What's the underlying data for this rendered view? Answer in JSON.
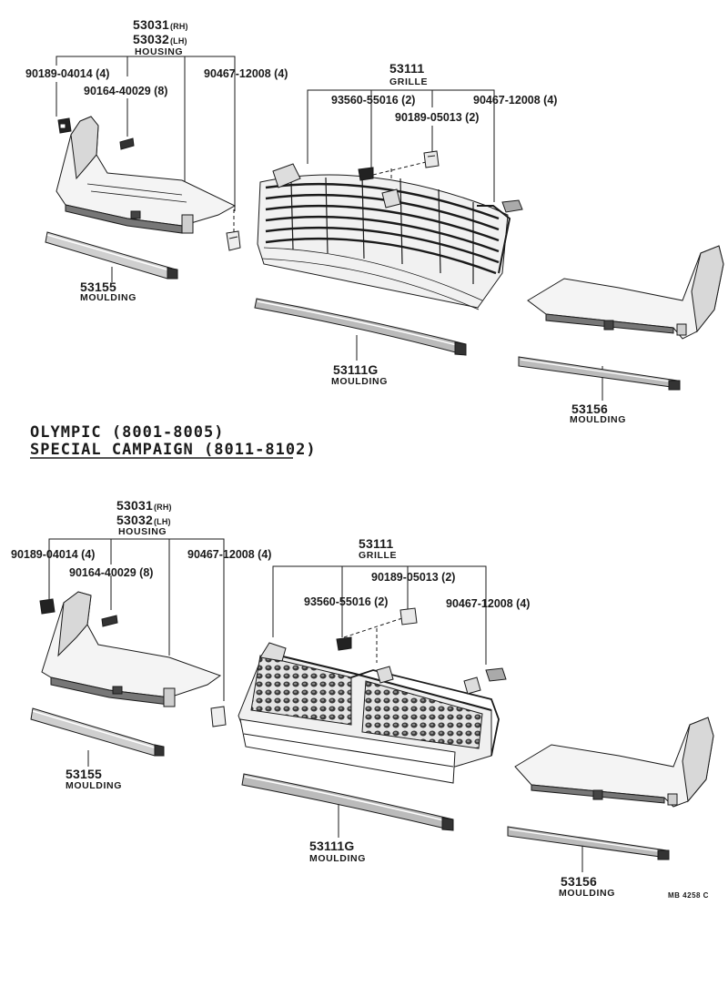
{
  "upper": {
    "housing": {
      "part_rh": "53031",
      "rh": "(RH)",
      "part_lh": "53032",
      "lh": "(LH)",
      "name": "HOUSING"
    },
    "clip": "90189-04014 (4)",
    "screw": "90164-40029 (8)",
    "nut_left": "90467-12008 (4)",
    "grille": {
      "part": "53111",
      "name": "GRILLE"
    },
    "bolt": "93560-55016 (2)",
    "retainer": "90189-05013 (2)",
    "nut_right": "90467-12008 (4)",
    "moulding_left": {
      "part": "53155",
      "name": "MOULDING"
    },
    "moulding_center": {
      "part": "53111G",
      "name": "MOULDING"
    },
    "moulding_right": {
      "part": "53156",
      "name": "MOULDING"
    }
  },
  "section_heading": {
    "line1": "OLYMPIC  (8001-8005)",
    "line2": "SPECIAL  CAMPAIGN  (8011-8102)"
  },
  "lower": {
    "housing": {
      "part_rh": "53031",
      "rh": "(RH)",
      "part_lh": "53032",
      "lh": "(LH)",
      "name": "HOUSING"
    },
    "clip": "90189-04014 (4)",
    "screw": "90164-40029 (8)",
    "nut_left": "90467-12008 (4)",
    "grille": {
      "part": "53111",
      "name": "GRILLE"
    },
    "bolt": "93560-55016 (2)",
    "retainer": "90189-05013 (2)",
    "nut_right": "90467-12008 (4)",
    "moulding_left": {
      "part": "53155",
      "name": "MOULDING"
    },
    "moulding_center": {
      "part": "53111G",
      "name": "MOULDING"
    },
    "moulding_right": {
      "part": "53156",
      "name": "MOULDING"
    }
  },
  "figure_code": "MB  4258 C"
}
